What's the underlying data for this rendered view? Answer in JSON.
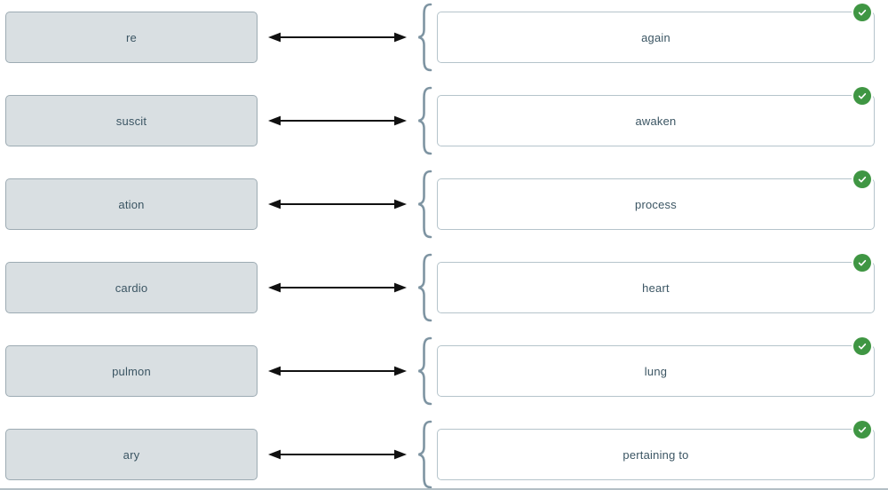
{
  "exercise": {
    "kind": "matching",
    "pairs": [
      {
        "term": "re",
        "definition": "again",
        "status": "correct"
      },
      {
        "term": "suscit",
        "definition": "awaken",
        "status": "correct"
      },
      {
        "term": "ation",
        "definition": "process",
        "status": "correct"
      },
      {
        "term": "cardio",
        "definition": "heart",
        "status": "correct"
      },
      {
        "term": "pulmon",
        "definition": "lung",
        "status": "correct"
      },
      {
        "term": "ary",
        "definition": "pertaining to",
        "status": "correct"
      }
    ]
  },
  "icons": {
    "connector": "double-headed-arrow",
    "group": "left-curly-brace",
    "status_badge": "check-circle"
  },
  "colors": {
    "background": "#ffffff",
    "term_box_bg": "#d9dfe2",
    "term_box_border": "#9dabb3",
    "definition_box_border": "#b5c4cb",
    "text": "#3b5563",
    "arrow": "#111111",
    "brace": "#7e94a2",
    "badge_green": "#3f9643",
    "badge_ring": "#ffffff",
    "bottom_divider": "#b3bfc5"
  }
}
